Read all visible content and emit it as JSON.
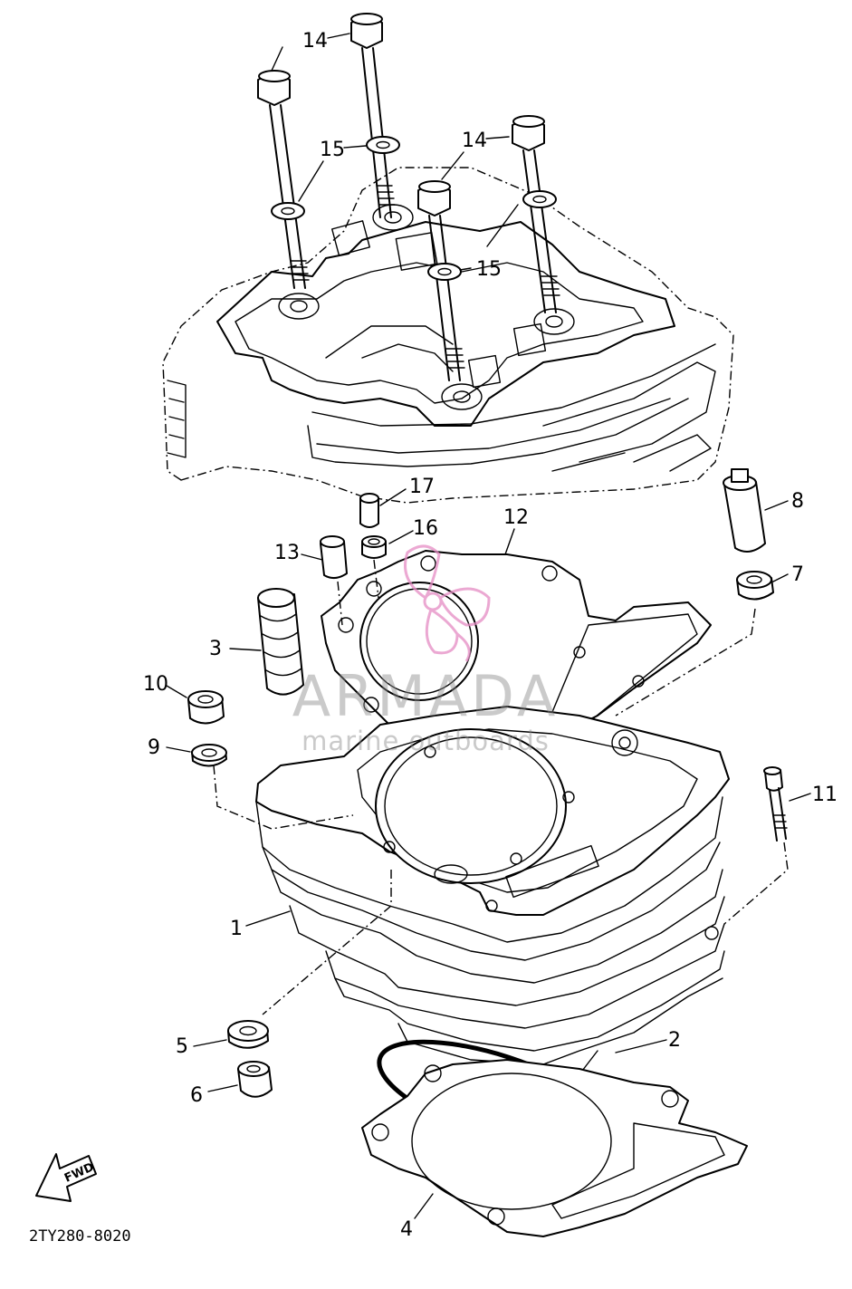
{
  "diagram": {
    "part_code": "2TY280-8020",
    "direction_label": "FWD",
    "watermark": {
      "brand": "ARMADA",
      "tagline": "marine outboards",
      "accent_color": "#e58cc4",
      "text_color": "#8a8a8a"
    },
    "callouts": [
      {
        "id": "c14a",
        "label": "14"
      },
      {
        "id": "c14b",
        "label": "14"
      },
      {
        "id": "c15a",
        "label": "15"
      },
      {
        "id": "c15b",
        "label": "15"
      },
      {
        "id": "c17",
        "label": "17"
      },
      {
        "id": "c16",
        "label": "16"
      },
      {
        "id": "c12",
        "label": "12"
      },
      {
        "id": "c13",
        "label": "13"
      },
      {
        "id": "c8",
        "label": "8"
      },
      {
        "id": "c7",
        "label": "7"
      },
      {
        "id": "c3",
        "label": "3"
      },
      {
        "id": "c10",
        "label": "10"
      },
      {
        "id": "c9",
        "label": "9"
      },
      {
        "id": "c11",
        "label": "11"
      },
      {
        "id": "c1",
        "label": "1"
      },
      {
        "id": "c2",
        "label": "2"
      },
      {
        "id": "c5",
        "label": "5"
      },
      {
        "id": "c6",
        "label": "6"
      },
      {
        "id": "c4",
        "label": "4"
      }
    ]
  }
}
